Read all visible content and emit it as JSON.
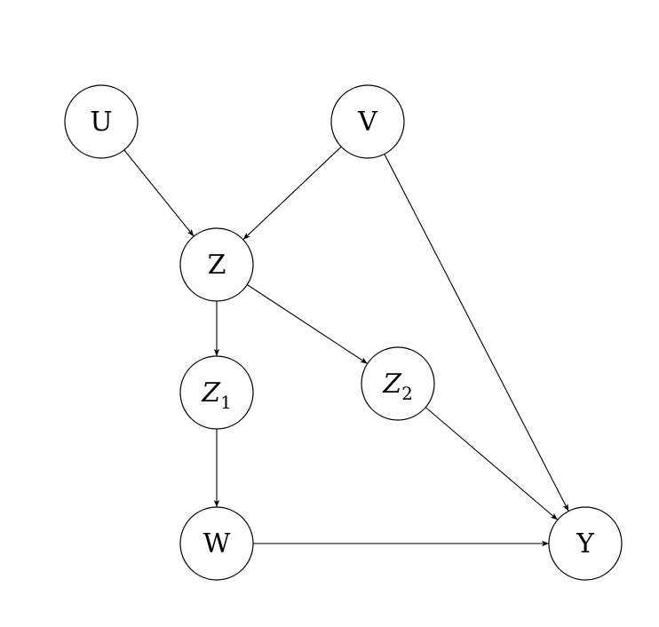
{
  "nodes": [
    {
      "id": "U",
      "label": "U"
    },
    {
      "id": "V",
      "label": "V"
    },
    {
      "id": "Z",
      "label": "Z"
    },
    {
      "id": "Z1",
      "label": "Z",
      "subscript": "1"
    },
    {
      "id": "Z2",
      "label": "Z",
      "subscript": "2"
    },
    {
      "id": "W",
      "label": "W"
    },
    {
      "id": "Y",
      "label": "Y"
    }
  ],
  "edges": [
    {
      "from": "U",
      "to": "Z"
    },
    {
      "from": "V",
      "to": "Z"
    },
    {
      "from": "V",
      "to": "Y"
    },
    {
      "from": "Z",
      "to": "Z1"
    },
    {
      "from": "Z",
      "to": "Z2"
    },
    {
      "from": "Z1",
      "to": "W"
    },
    {
      "from": "Z2",
      "to": "Y"
    },
    {
      "from": "W",
      "to": "Y"
    }
  ],
  "colors": {
    "stroke": "#000000",
    "fill": "#ffffff"
  }
}
